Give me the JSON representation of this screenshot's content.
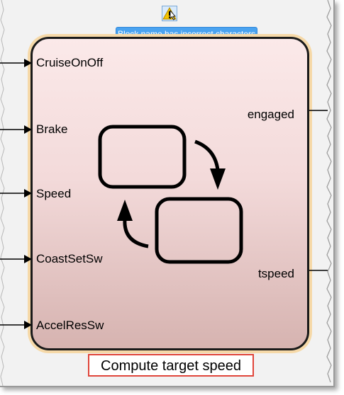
{
  "tooltip": {
    "text": "Block name has incorrect characters"
  },
  "block": {
    "name": "Compute target speed",
    "inputs": [
      "CruiseOnOff",
      "Brake",
      "Speed",
      "CoastSetSw",
      "AccelResSw"
    ],
    "outputs": [
      "engaged",
      "tspeed"
    ]
  },
  "colors": {
    "warning_tooltip": "#4aa3f0",
    "block_name_highlight": "#e0453a",
    "block_gradient_top": "#fbe9e9",
    "block_gradient_bottom": "#d6b3b0"
  },
  "icons": {
    "warning": "warning-icon",
    "chart": "stateflow-chart-icon"
  }
}
